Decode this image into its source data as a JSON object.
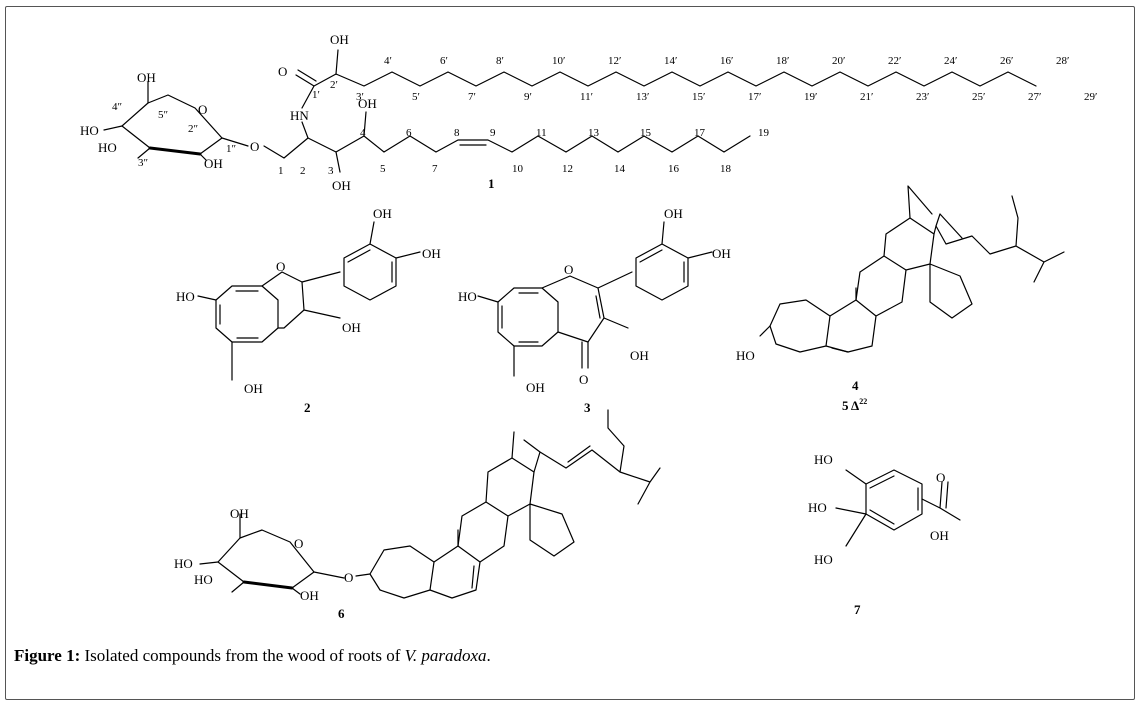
{
  "caption": {
    "label": "Figure 1:",
    "text": " Isolated compounds from the wood of roots of ",
    "species": "V. paradoxa",
    "end": "."
  },
  "atoms": {
    "OH": "OH",
    "HO": "HO",
    "O": "O",
    "HN": "HN"
  },
  "compounds": [
    {
      "id": "c1",
      "number": "1",
      "chain_prime_numbers": [
        "1′",
        "2′",
        "3′",
        "4′",
        "5′",
        "6′",
        "7′",
        "8′",
        "9′",
        "10′",
        "11′",
        "12′",
        "13′",
        "14′",
        "15′",
        "16′",
        "17′",
        "18′",
        "19′",
        "20′",
        "21′",
        "22′",
        "23′",
        "24′",
        "25′",
        "26′",
        "27′",
        "28′",
        "29′"
      ],
      "base_numbers": [
        "1",
        "2",
        "3",
        "4",
        "5",
        "6",
        "7",
        "8",
        "9",
        "10",
        "11",
        "12",
        "13",
        "14",
        "15",
        "16",
        "17",
        "18",
        "19"
      ],
      "sugar_numbers": [
        "1″",
        "2″",
        "3″",
        "4″",
        "5″"
      ]
    },
    {
      "id": "c2",
      "number": "2"
    },
    {
      "id": "c3",
      "number": "3"
    },
    {
      "id": "c4",
      "number": "4",
      "alt": "5 Δ",
      "alt_sup": "22"
    },
    {
      "id": "c6",
      "number": "6"
    },
    {
      "id": "c7",
      "number": "7"
    }
  ]
}
